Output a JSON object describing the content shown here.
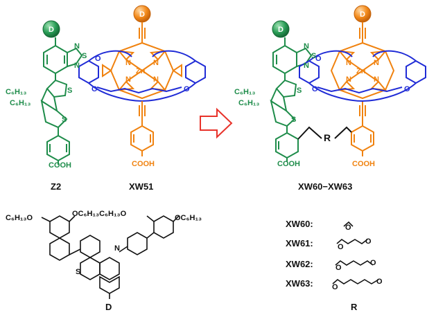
{
  "colors": {
    "green": "#1e8c4a",
    "orange": "#f0820f",
    "blue": "#1f2bd6",
    "black": "#111111",
    "arrow": "#e8322a"
  },
  "badges": {
    "donor": "D"
  },
  "atoms": {
    "N": "N",
    "S": "S",
    "O": "O",
    "Zn": "Zn",
    "R": "R",
    "c6h13": "C₆H₁₃",
    "c6h13o": "C₆H₁₃O",
    "oc6h13": "OC₆H₁₃",
    "oc6h13c6h13o": "OC₆H₁₃C₆H₁₃O"
  },
  "groups": {
    "acid": "COOH"
  },
  "captions": {
    "z2": "Z2",
    "xw51": "XW51",
    "xw60_63": "XW60−XW63",
    "donor": "D",
    "linker": "R"
  },
  "linkers": [
    {
      "name": "XW60",
      "suffix": ":"
    },
    {
      "name": "XW61",
      "suffix": ":"
    },
    {
      "name": "XW62",
      "suffix": ":"
    },
    {
      "name": "XW63",
      "suffix": ":"
    }
  ]
}
